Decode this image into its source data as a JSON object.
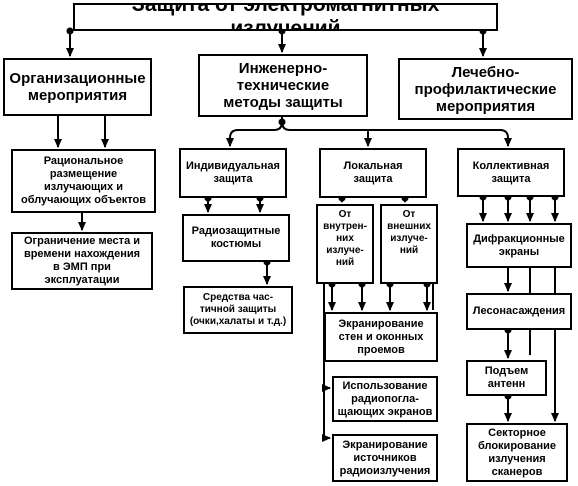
{
  "diagram": {
    "title": "Защита от электромагнитных излучений",
    "nodes": {
      "org": "Организационные\nмероприятия",
      "eng": "Инженерно-\nтехнические\nметоды защиты",
      "med": "Лечебно-\nпрофилактические\nмероприятия",
      "rational": "Рациональное\nразмещение\nизлучающих и\nоблучающих объектов",
      "limit": "Ограничение места и\nвремени нахождения\nв ЭМП при\nэксплуатации",
      "individual": "Индивидуальная\nзащита",
      "local": "Локальная\nзащита",
      "collective": "Коллективная\nзащита",
      "suits": "Радиозащитные\nкостюмы",
      "partial": "Средства час-\nтичной защиты\n(очки,халаты и т.д.)",
      "internal": "От\nвнутрен-\nних\nизлуче-\nний",
      "external": "От\nвнешних\nизлуче-\nний",
      "walls": "Экранирование\nстен и оконных\nпроемов",
      "absorb": "Использование\nрадиопогла-\nщающих экранов",
      "sources": "Экранирование\nисточников\nрадиоизлучения",
      "diffraction": "Дифракционные\nэкраны",
      "forest": "Лесонасаждения",
      "antenna": "Подъем\nантенн",
      "sector": "Секторное\nблокирование\nизлучения\nсканеров"
    }
  }
}
